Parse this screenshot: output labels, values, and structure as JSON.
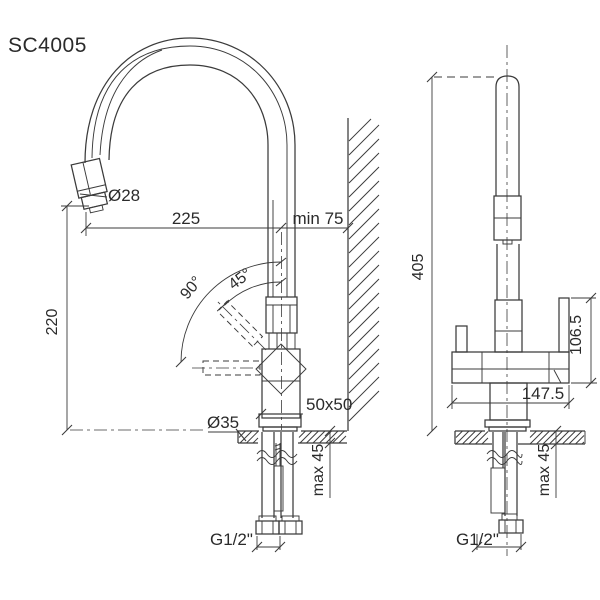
{
  "title": "SC4005",
  "colors": {
    "line": "#3b3b3b",
    "text": "#2b2b2b",
    "background": "#ffffff"
  },
  "side_view": {
    "spout_diameter_label": "Ø28",
    "spout_reach_label": "225",
    "wall_distance_label": "min 75",
    "spout_height_label": "220",
    "rotation_full_label": "90°",
    "rotation_half_label": "45°",
    "body_section_label": "50x50",
    "base_diameter_label": "Ø35",
    "deck_max_thickness_label": "max 45",
    "thread_label": "G1/2\""
  },
  "front_view": {
    "total_height_label": "405",
    "handle_height_label": "106.5",
    "body_width_label": "147.5",
    "deck_max_thickness_label": "max 45",
    "thread_label": "G1/2\""
  }
}
